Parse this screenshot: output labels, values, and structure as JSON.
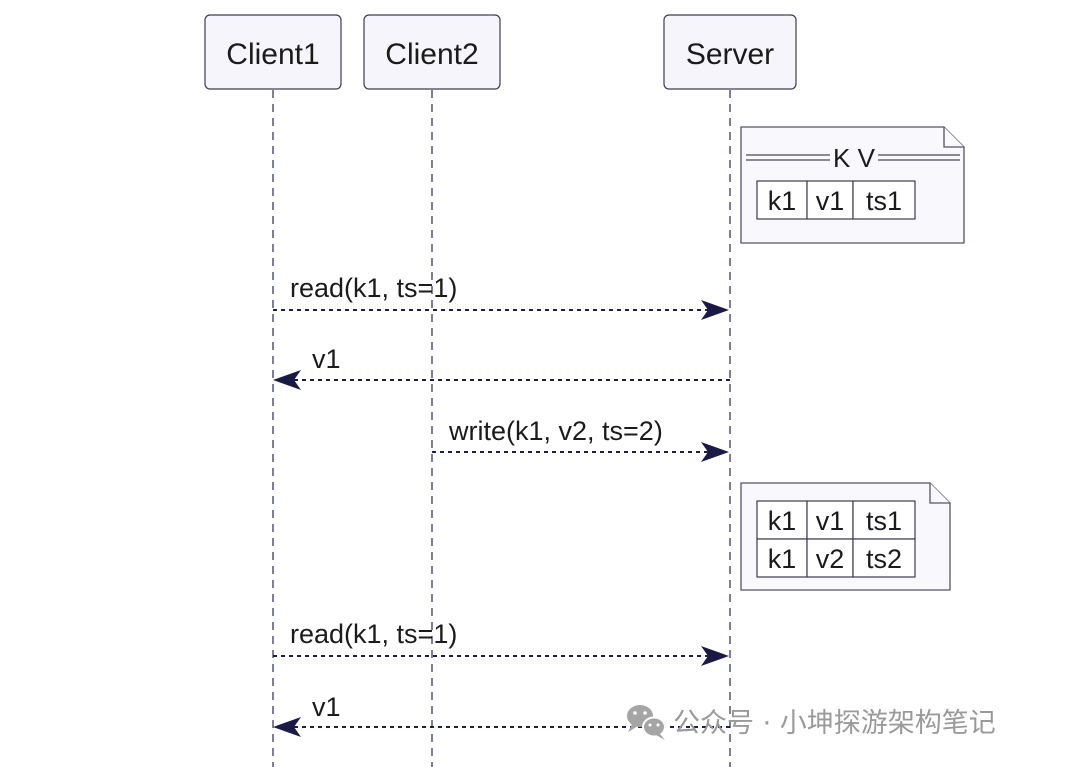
{
  "participants": [
    "Client1",
    "Client2",
    "Server"
  ],
  "note_kv": {
    "title": "K V",
    "rows": [
      [
        "k1",
        "v1",
        "ts1"
      ]
    ]
  },
  "note_versions": {
    "rows": [
      [
        "k1",
        "v1",
        "ts1"
      ],
      [
        "k1",
        "v2",
        "ts2"
      ]
    ]
  },
  "messages": [
    {
      "from": "Client1",
      "to": "Server",
      "label": "read(k1, ts=1)"
    },
    {
      "from": "Server",
      "to": "Client1",
      "label": "v1"
    },
    {
      "from": "Client2",
      "to": "Server",
      "label": "write(k1, v2, ts=2)"
    },
    {
      "from": "Client1",
      "to": "Server",
      "label": "read(k1, ts=1)"
    },
    {
      "from": "Server",
      "to": "Client1",
      "label": "v1"
    }
  ],
  "watermark": {
    "icon": "wechat-icon",
    "text": "公众号 · 小坤探游架构笔记"
  }
}
